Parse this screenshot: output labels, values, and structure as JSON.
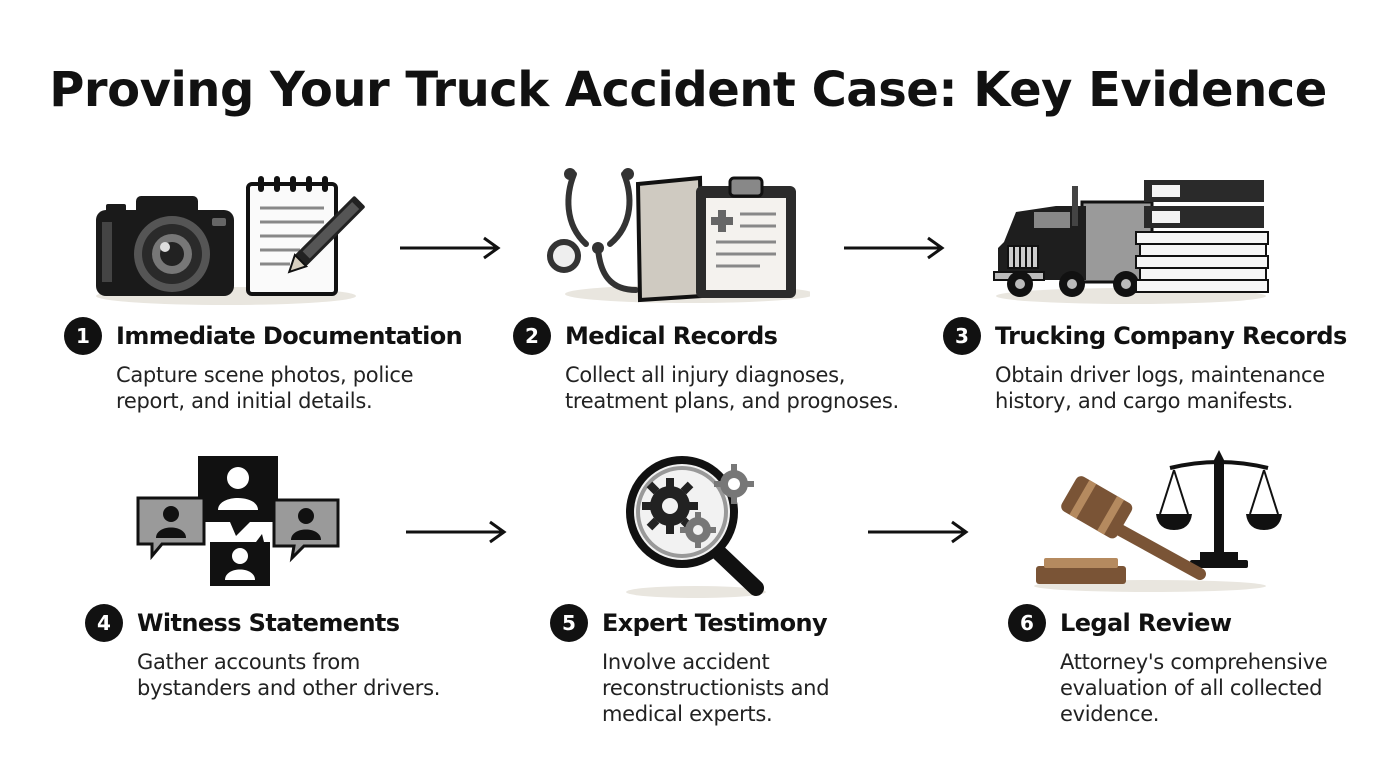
{
  "title": "Proving Your Truck Accident Case: Key Evidence",
  "steps": [
    {
      "number": "1",
      "title": "Immediate Documentation",
      "description": "Capture scene photos, police report, and initial details.",
      "lines": [
        "Capture scene photos, police",
        "report, and initial details."
      ],
      "icons": [
        "camera-icon",
        "notepad-pen-icon"
      ]
    },
    {
      "number": "2",
      "title": "Medical Records",
      "description": "Collect all injury diagnoses, treatment plans, and prognoses.",
      "lines": [
        "Collect all injury diagnoses,",
        "treatment plans, and prognoses."
      ],
      "icons": [
        "stethoscope-icon",
        "medical-clipboard-icon"
      ]
    },
    {
      "number": "3",
      "title": "Trucking Company Records",
      "description": "Obtain driver logs, maintenance history, and cargo manifests.",
      "lines": [
        "Obtain driver logs, maintenance",
        "history, and cargo manifests."
      ],
      "icons": [
        "semi-truck-icon",
        "binders-icon"
      ]
    },
    {
      "number": "4",
      "title": "Witness Statements",
      "description": "Gather accounts from bystanders and other drivers.",
      "lines": [
        "Gather accounts from",
        "bystanders and other drivers."
      ],
      "icons": [
        "speech-bubbles-people-icon"
      ]
    },
    {
      "number": "5",
      "title": "Expert Testimony",
      "description": "Involve accident reconstructionists and medical experts.",
      "lines": [
        "Involve accident",
        "reconstructionists and",
        "medical experts."
      ],
      "icons": [
        "magnifier-gears-icon"
      ]
    },
    {
      "number": "6",
      "title": "Legal Review",
      "description": "Attorney's comprehensive evaluation of all collected evidence.",
      "lines": [
        "Attorney's comprehensive",
        "evaluation of all collected",
        "evidence."
      ],
      "icons": [
        "gavel-icon",
        "scales-icon"
      ]
    }
  ],
  "colors": {
    "ink": "#111111",
    "gray": "#9a9a9a",
    "light_gray": "#d9d9d9",
    "shadow": "#e9e6df",
    "wood": "#7a5436",
    "wood_light": "#b58a5f"
  }
}
